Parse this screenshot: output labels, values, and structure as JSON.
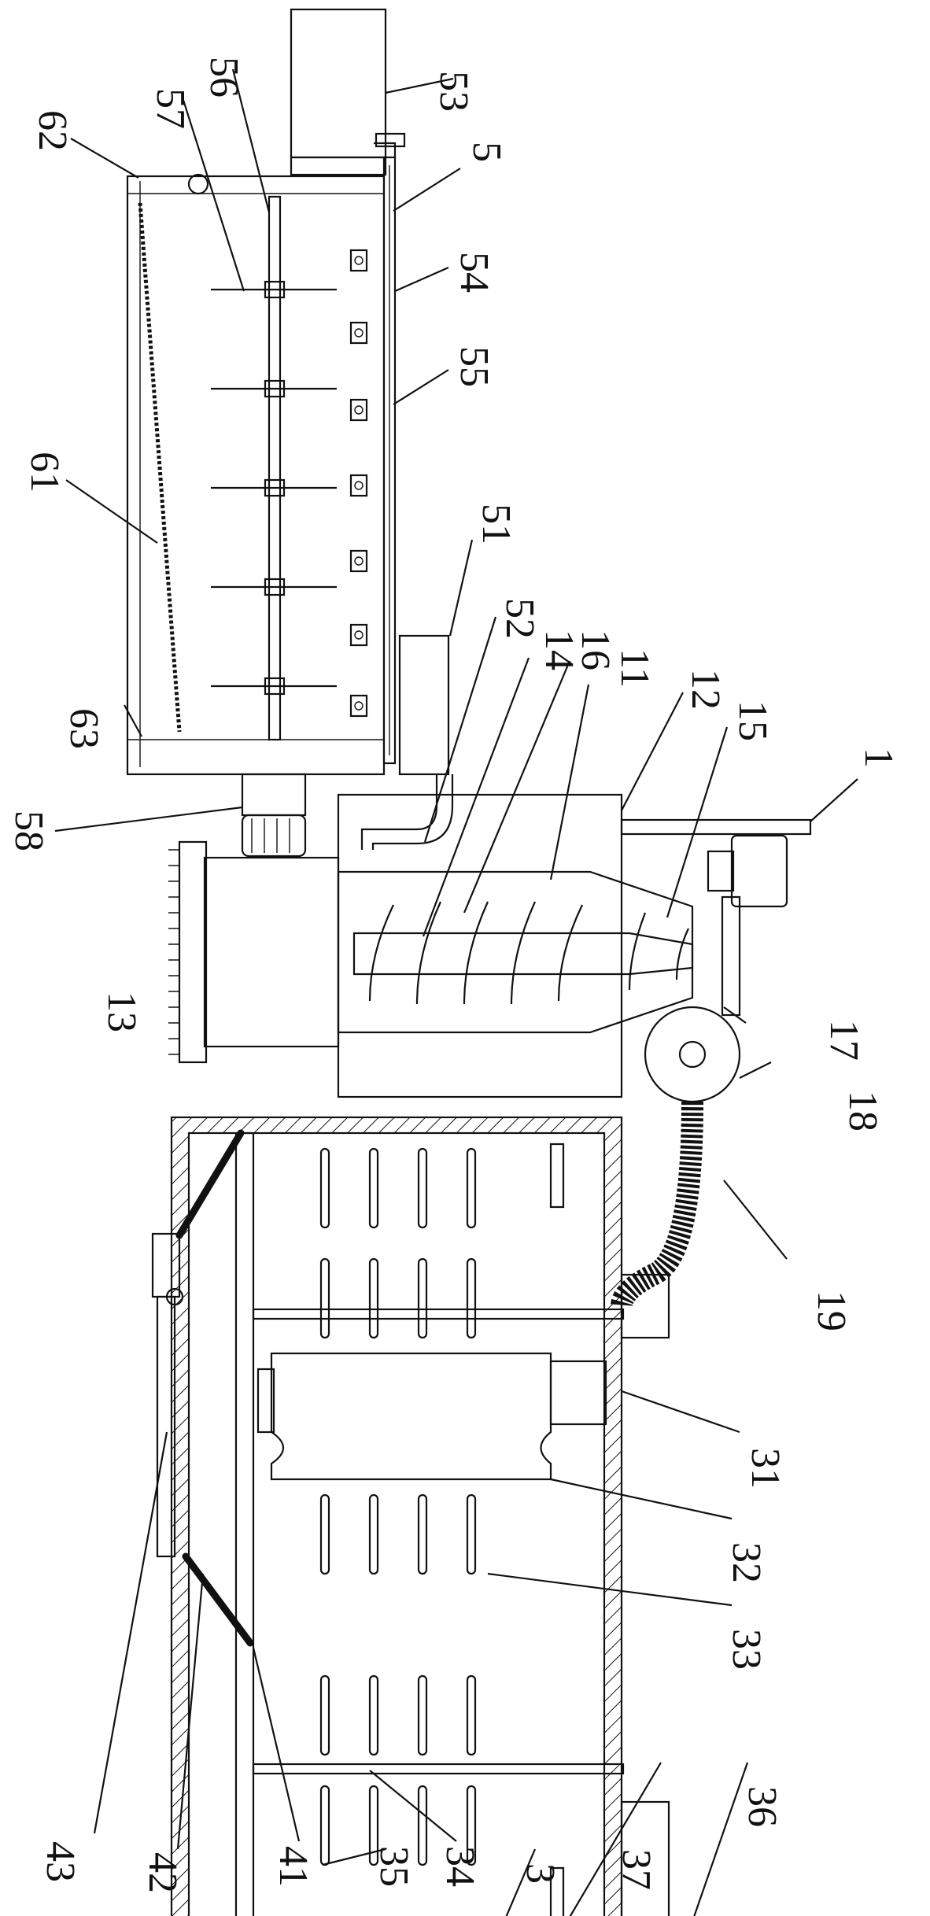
{
  "figure": {
    "parts": [
      "1",
      "3",
      "5",
      "11",
      "12",
      "13",
      "14",
      "15",
      "16",
      "17",
      "18",
      "19",
      "31",
      "32",
      "33",
      "34",
      "35",
      "36",
      "37",
      "41",
      "42",
      "43",
      "51",
      "52",
      "53",
      "54",
      "55",
      "56",
      "57",
      "58",
      "61",
      "62",
      "63"
    ]
  },
  "colors": {
    "line": "#111111",
    "background": "#ffffff"
  },
  "labels": [
    {
      "id": "53",
      "text": "53"
    },
    {
      "id": "56",
      "text": "56"
    },
    {
      "id": "57",
      "text": "57"
    },
    {
      "id": "62",
      "text": "62"
    },
    {
      "id": "5",
      "text": "5"
    },
    {
      "id": "54",
      "text": "54"
    },
    {
      "id": "55",
      "text": "55"
    },
    {
      "id": "61",
      "text": "61"
    },
    {
      "id": "51",
      "text": "51"
    },
    {
      "id": "52",
      "text": "52"
    },
    {
      "id": "14",
      "text": "14"
    },
    {
      "id": "16",
      "text": "16"
    },
    {
      "id": "11",
      "text": "11"
    },
    {
      "id": "12",
      "text": "12"
    },
    {
      "id": "15",
      "text": "15"
    },
    {
      "id": "1",
      "text": "1"
    },
    {
      "id": "63",
      "text": "63"
    },
    {
      "id": "58",
      "text": "58"
    },
    {
      "id": "13",
      "text": "13"
    },
    {
      "id": "17",
      "text": "17"
    },
    {
      "id": "18",
      "text": "18"
    },
    {
      "id": "19",
      "text": "19"
    },
    {
      "id": "31",
      "text": "31"
    },
    {
      "id": "32",
      "text": "32"
    },
    {
      "id": "33",
      "text": "33"
    },
    {
      "id": "36",
      "text": "36"
    },
    {
      "id": "37",
      "text": "37"
    },
    {
      "id": "3",
      "text": "3"
    },
    {
      "id": "34",
      "text": "34"
    },
    {
      "id": "35",
      "text": "35"
    },
    {
      "id": "41",
      "text": "41"
    },
    {
      "id": "42",
      "text": "42"
    },
    {
      "id": "43",
      "text": "43"
    }
  ]
}
